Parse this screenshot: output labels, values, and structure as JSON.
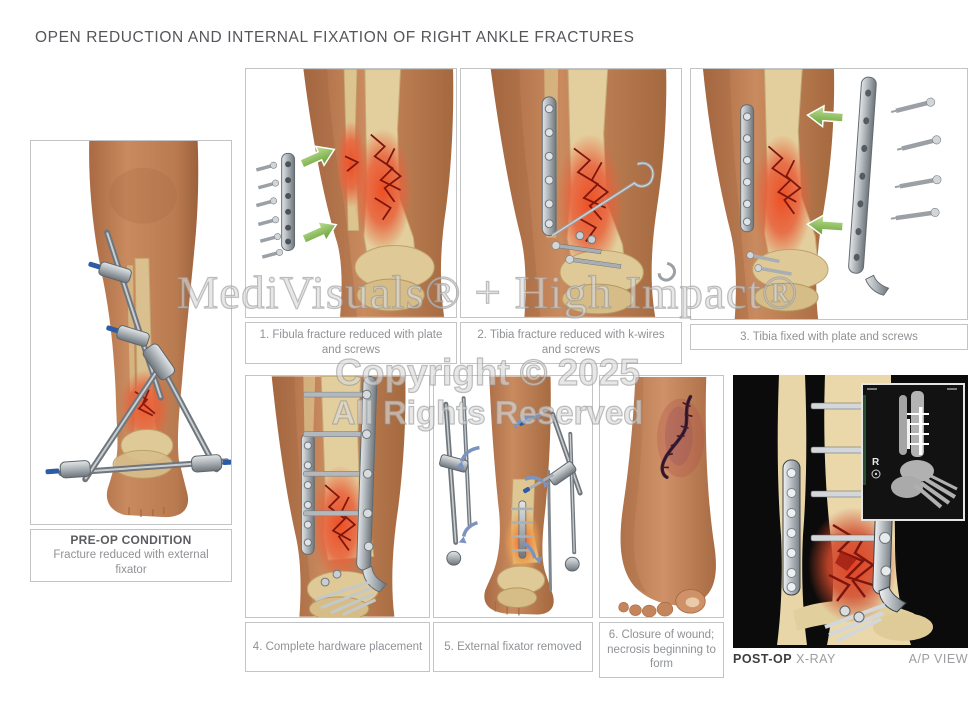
{
  "title": "OPEN REDUCTION AND INTERNAL FIXATION OF RIGHT ANKLE FRACTURES",
  "preop": {
    "heading": "PRE-OP CONDITION",
    "body": "Fracture reduced with external fixator"
  },
  "steps": [
    {
      "caption": "1. Fibula fracture reduced with plate and screws"
    },
    {
      "caption": "2. Tibia fracture reduced with k-wires and screws"
    },
    {
      "caption": "3. Tibia fixed with plate and screws"
    },
    {
      "caption": "4. Complete hardware placement"
    },
    {
      "caption": "5. External fixator removed"
    },
    {
      "caption": "6. Closure of wound; necrosis beginning to form"
    }
  ],
  "postop": {
    "label_bold": "POST-OP",
    "label_light": "X-RAY",
    "view_label": "A/P VIEW",
    "xray_marker": "R"
  },
  "watermark": {
    "line1": "MediVisuals® + High Impact®",
    "line2": "Copyright © 2025",
    "line3": "All Rights Reserved"
  },
  "colors": {
    "title-color": "#54565a",
    "heading-color": "#5a5c5f",
    "caption-color": "#8f9296",
    "panel-border": "#c3c4c6",
    "skin": "#c28058",
    "bone": "#e5d2a2",
    "fracture-red": "#e0502e",
    "metal": "#a8aeb3",
    "arrow-green": "#76b043",
    "arrow-blue": "#7b93c1",
    "xray-bg": "#0b0b0b"
  }
}
